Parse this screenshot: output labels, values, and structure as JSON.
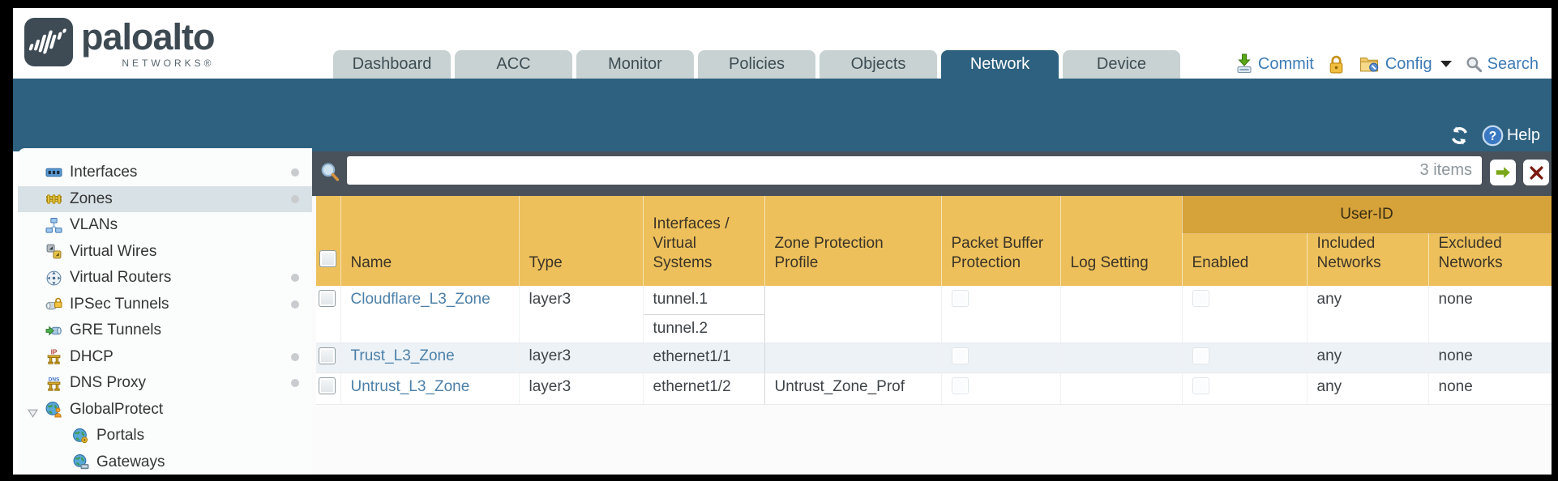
{
  "brand": {
    "name": "paloalto",
    "sub": "NETWORKS®"
  },
  "nav": {
    "tabs": [
      {
        "label": "Dashboard",
        "active": false
      },
      {
        "label": "ACC",
        "active": false
      },
      {
        "label": "Monitor",
        "active": false
      },
      {
        "label": "Policies",
        "active": false
      },
      {
        "label": "Objects",
        "active": false
      },
      {
        "label": "Network",
        "active": true
      },
      {
        "label": "Device",
        "active": false
      }
    ]
  },
  "utility": {
    "commit": "Commit",
    "config": "Config",
    "search": "Search"
  },
  "band": {
    "help": "Help"
  },
  "sidebar": {
    "items": [
      {
        "label": "Interfaces",
        "icon": "interfaces-icon",
        "dot": true
      },
      {
        "label": "Zones",
        "icon": "zones-icon",
        "dot": true,
        "selected": true
      },
      {
        "label": "VLANs",
        "icon": "vlans-icon",
        "dot": false
      },
      {
        "label": "Virtual Wires",
        "icon": "virtual-wires-icon",
        "dot": false
      },
      {
        "label": "Virtual Routers",
        "icon": "virtual-routers-icon",
        "dot": true
      },
      {
        "label": "IPSec Tunnels",
        "icon": "ipsec-tunnels-icon",
        "dot": true
      },
      {
        "label": "GRE Tunnels",
        "icon": "gre-tunnels-icon",
        "dot": false
      },
      {
        "label": "DHCP",
        "icon": "dhcp-icon",
        "dot": true
      },
      {
        "label": "DNS Proxy",
        "icon": "dns-proxy-icon",
        "dot": true
      },
      {
        "label": "GlobalProtect",
        "icon": "globalprotect-icon",
        "dot": false,
        "expanded": true
      },
      {
        "label": "Portals",
        "icon": "portals-icon",
        "dot": false,
        "child": true
      },
      {
        "label": "Gateways",
        "icon": "gateways-icon",
        "dot": false,
        "child": true
      }
    ]
  },
  "filter": {
    "count": "3 items",
    "placeholder": ""
  },
  "table": {
    "user_id_group": "User-ID",
    "columns": [
      "Name",
      "Type",
      "Interfaces / Virtual Systems",
      "Zone Protection Profile",
      "Packet Buffer Protection",
      "Log Setting",
      "Enabled",
      "Included Networks",
      "Excluded Networks"
    ],
    "rows": [
      {
        "name": "Cloudflare_L3_Zone",
        "type": "layer3",
        "interfaces": [
          "tunnel.1",
          "tunnel.2"
        ],
        "zone_protection_profile": "",
        "log_setting": "",
        "included_networks": "any",
        "excluded_networks": "none"
      },
      {
        "name": "Trust_L3_Zone",
        "type": "layer3",
        "interfaces": [
          "ethernet1/1"
        ],
        "zone_protection_profile": "",
        "log_setting": "",
        "included_networks": "any",
        "excluded_networks": "none"
      },
      {
        "name": "Untrust_L3_Zone",
        "type": "layer3",
        "interfaces": [
          "ethernet1/2"
        ],
        "zone_protection_profile": "Untrust_Zone_Prof",
        "log_setting": "",
        "included_networks": "any",
        "excluded_networks": "none"
      }
    ]
  },
  "colors": {
    "accent_teal": "#2d617f",
    "header_amber": "#edc05b",
    "group_amber": "#d6a23a",
    "link_blue": "#4c80a8",
    "slate_bar": "#49525b"
  }
}
